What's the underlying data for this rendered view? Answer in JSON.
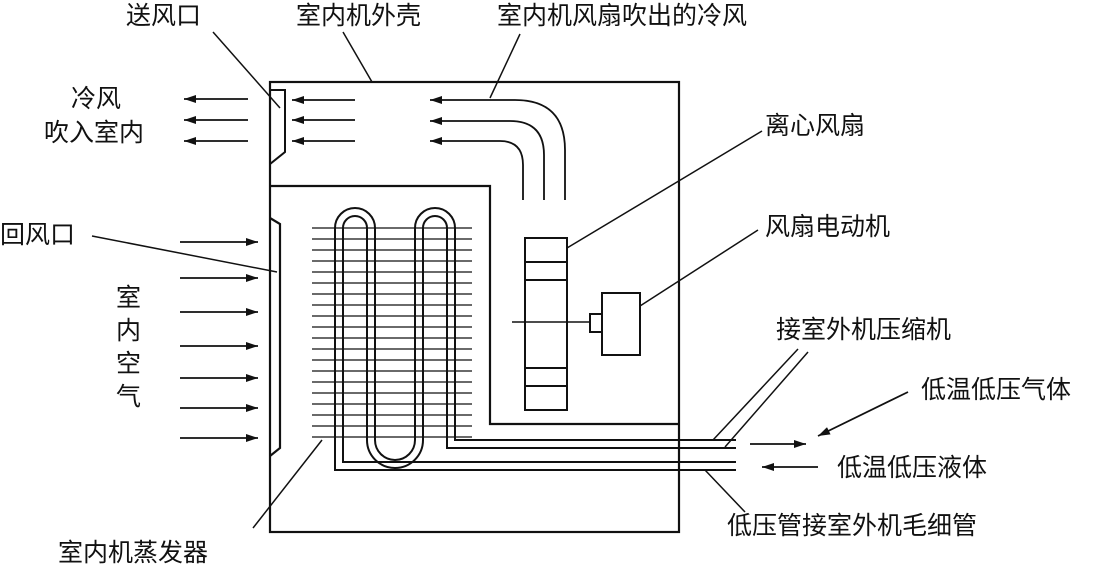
{
  "labels": {
    "supply_vent": "送风口",
    "unit_casing": "室内机外壳",
    "fan_cold_air": "室内机风扇吹出的冷风",
    "cold_air_line1": "冷风",
    "cold_air_line2": "吹入室内",
    "return_vent": "回风口",
    "room_air_chars": [
      "室",
      "内",
      "空",
      "气"
    ],
    "centrifugal_fan": "离心风扇",
    "fan_motor": "风扇电动机",
    "to_compressor": "接室外机压缩机",
    "low_temp_gas": "低温低压气体",
    "low_temp_liquid": "低温低压液体",
    "low_pressure_capillary": "低压管接室外机毛细管",
    "evaporator": "室内机蒸发器"
  },
  "colors": {
    "ink": "#111111",
    "background": "#ffffff"
  }
}
